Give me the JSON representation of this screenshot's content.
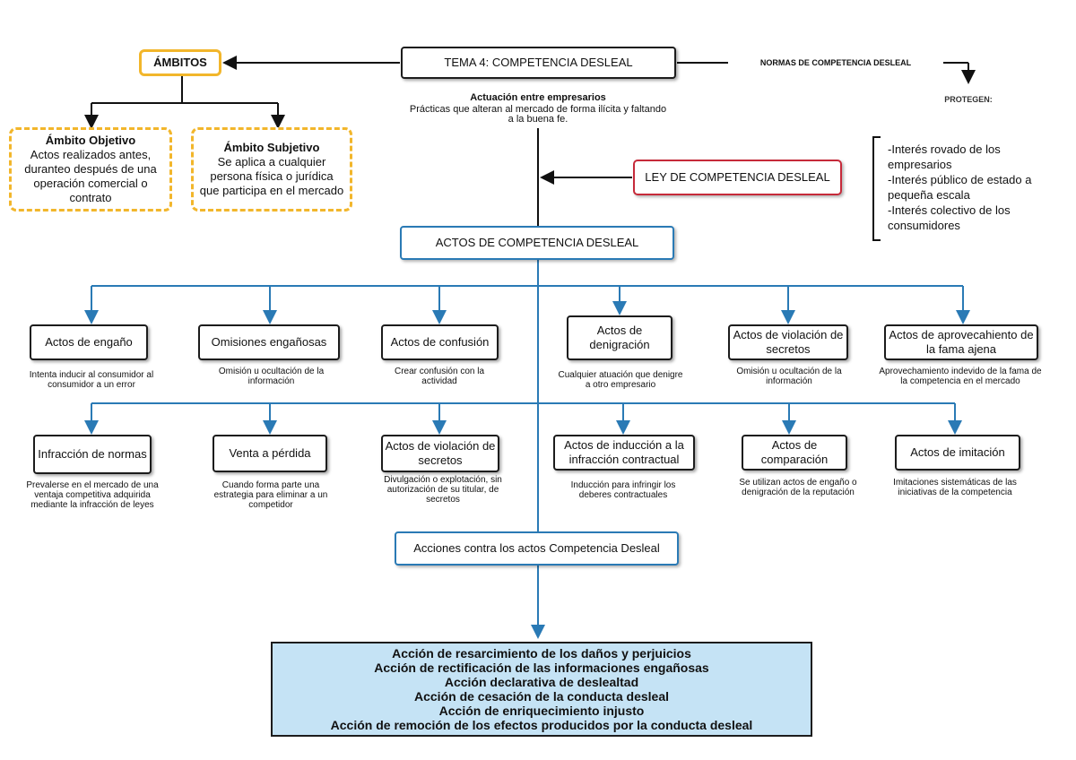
{
  "title": "TEMA 4: COMPETENCIA DESLEAL",
  "ambitos": {
    "header": "ÁMBITOS",
    "objetivo_title": "Ámbito Objetivo",
    "objetivo_text": "Actos realizados  antes, duranteo después de una operación  comercial o contrato",
    "subjetivo_title": "Ámbito Subjetivo",
    "subjetivo_text": "Se aplica a cualquier persona física o jurídica que participa en el mercado"
  },
  "actuacion": {
    "title": "Actuación entre empresarios",
    "text": "Prácticas que alteran al mercado de forma ilícita y faltando a la buena fe."
  },
  "normas": {
    "label": "NORMAS DE COMPETENCIA DESLEAL",
    "protegen": "PROTEGEN:",
    "items": [
      "-Interés rovado de los empresarios",
      "-Interés público de estado a pequeña escala",
      "-Interés colectivo de los consumidores"
    ]
  },
  "ley": "LEY DE COMPETENCIA DESLEAL",
  "actos_title": "ACTOS DE COMPETENCIA DESLEAL",
  "row1": [
    {
      "label": "Actos de engaño",
      "desc": "Intenta inducir al consumidor al consumidor a un error"
    },
    {
      "label": "Omisiones engañosas",
      "desc": "Omisión u ocultación de la información"
    },
    {
      "label": "Actos de confusión",
      "desc": "Crear confusión con la actividad"
    },
    {
      "label": "Actos de denigración",
      "desc": "Cualquier atuación que denigre a otro empresario"
    },
    {
      "label": "Actos de violación de secretos",
      "desc": "Omisión u ocultación de la información"
    },
    {
      "label": "Actos de aprovecahiento de la fama ajena",
      "desc": "Aprovechamiento indevido de la fama de la competencia en el mercado"
    }
  ],
  "row2": [
    {
      "label": "Infracción de normas",
      "desc": "Prevalerse en el mercado de una ventaja competitiva adquirida mediante la infracción de leyes"
    },
    {
      "label": "Venta a pérdida",
      "desc": "Cuando forma parte  una estrategia para eliminar a un competidor"
    },
    {
      "label": "Actos de violación de secretos",
      "desc": "Divulgación o explotación, sin autorización de su titular, de secretos"
    },
    {
      "label": "Actos de inducción a la infracción contractual",
      "desc": "Inducción para infringir los deberes contractuales"
    },
    {
      "label": "Actos de comparación",
      "desc": "Se utilizan actos de engaño o denigración de la reputación"
    },
    {
      "label": "Actos de imitación",
      "desc": "Imitaciones sistemáticas de las iniciativas de la competencia"
    }
  ],
  "acciones_title": "Acciones contra los actos  Competencia Desleal",
  "acciones": [
    "Acción de resarcimiento de los daños y perjuicios",
    "Acción de rectificación de las informaciones engañosas",
    "Acción declarativa de deslealtad",
    "Acción de cesación de la conducta desleal",
    "Acción de enriquecimiento injusto",
    "Acción de remoción de los efectos producidos por la conducta desleal"
  ],
  "colors": {
    "blue": "#2a7ab5",
    "red": "#c62a3a",
    "yellow": "#f2b62b",
    "action_bg": "#c5e3f5"
  }
}
